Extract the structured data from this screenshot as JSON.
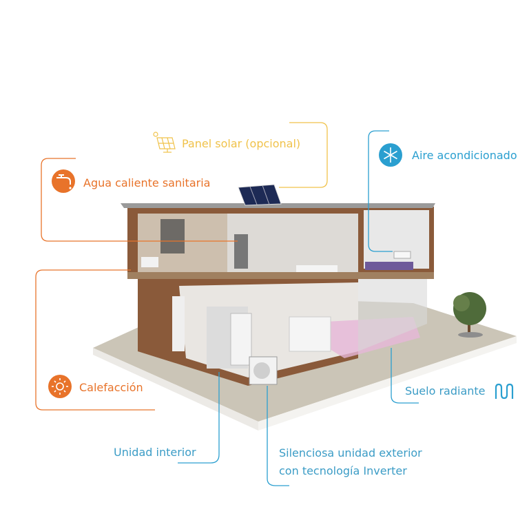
{
  "colors": {
    "orange": "#e8732a",
    "yellow": "#f0c24a",
    "blue": "#2a9fd0",
    "text_blue": "#3b9cc6",
    "wood": "#8a5a3a",
    "slab": "#cbc5b7"
  },
  "labels": {
    "solar": {
      "text": "Panel solar (opcional)",
      "icon": "solar-panel-icon"
    },
    "aire": {
      "text": "Aire acondicionado",
      "icon": "snowflake-icon"
    },
    "agua": {
      "text": "Agua caliente sanitaria",
      "icon": "faucet-icon"
    },
    "calefaccion": {
      "text": "Calefacción",
      "icon": "sun-icon"
    },
    "suelo": {
      "text": "Suelo radiante",
      "icon": "radiant-floor-icon"
    },
    "unidad_interior": {
      "text": "Unidad interior"
    },
    "exterior": {
      "line1": "Silenciosa unidad exterior",
      "line2": "con tecnología Inverter"
    }
  }
}
